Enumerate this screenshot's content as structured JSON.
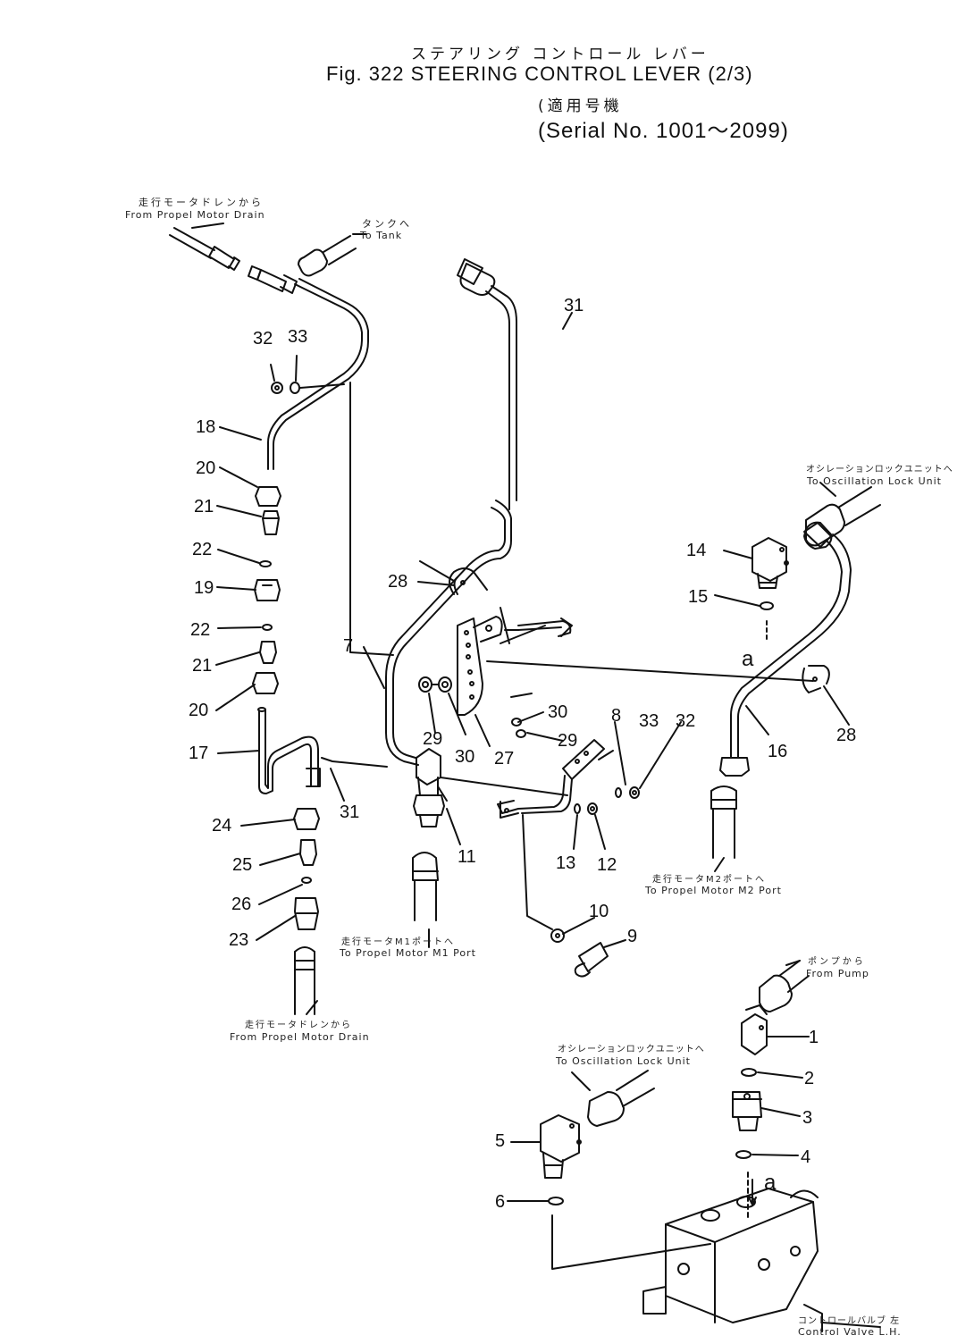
{
  "header": {
    "title_jp": "ステアリング コントロール レバー",
    "title_en": "Fig. 322 STEERING CONTROL LEVER (2/3)",
    "serial_jp": "(適用号機",
    "serial_en": "(Serial No. 1001～2099)"
  },
  "labels": {
    "from_propel_motor_drain_top_jp": "走行モータドレンから",
    "from_propel_motor_drain_top_en": "From Propel Motor Drain",
    "to_tank_jp": "タンクへ",
    "to_tank_en": "To Tank",
    "to_oscillation_lock_unit_top_jp": "オシレーションロックユニットへ",
    "to_oscillation_lock_unit_top_en": "To Oscillation Lock Unit",
    "to_propel_motor_m2_jp": "走行モータM2ポートへ",
    "to_propel_motor_m2_en": "To Propel Motor M2 Port",
    "to_propel_motor_m1_jp": "走行モータM1ポートへ",
    "to_propel_motor_m1_en": "To Propel Motor M1 Port",
    "from_propel_motor_drain_bottom_jp": "走行モータドレンから",
    "from_propel_motor_drain_bottom_en": "From Propel Motor Drain",
    "from_pump_jp": "ポンプから",
    "from_pump_en": "From Pump",
    "to_oscillation_lock_unit_bottom_jp": "オシレーションロックユニットへ",
    "to_oscillation_lock_unit_bottom_en": "To Oscillation Lock Unit",
    "control_valve_jp": "コントロールバルブ 左",
    "control_valve_en": "Control Valve L.H.",
    "ref_a_top": "a",
    "ref_a_bottom": "a"
  },
  "part_numbers": {
    "p1": "1",
    "p2": "2",
    "p3": "3",
    "p4": "4",
    "p5": "5",
    "p6": "6",
    "p7": "7",
    "p8": "8",
    "p9": "9",
    "p10": "10",
    "p11": "11",
    "p12": "12",
    "p13": "13",
    "p14": "14",
    "p15": "15",
    "p16": "16",
    "p17": "17",
    "p18": "18",
    "p19": "19",
    "p20a": "20",
    "p20b": "20",
    "p21a": "21",
    "p21b": "21",
    "p22a": "22",
    "p22b": "22",
    "p23": "23",
    "p24": "24",
    "p25": "25",
    "p26": "26",
    "p27": "27",
    "p28a": "28",
    "p28b": "28",
    "p29a": "29",
    "p29b": "29",
    "p30a": "30",
    "p30b": "30",
    "p31a": "31",
    "p31b": "31",
    "p32a": "32",
    "p32b": "32",
    "p33a": "33",
    "p33b": "33"
  },
  "colors": {
    "ink": "#111111",
    "paper": "#ffffff"
  }
}
